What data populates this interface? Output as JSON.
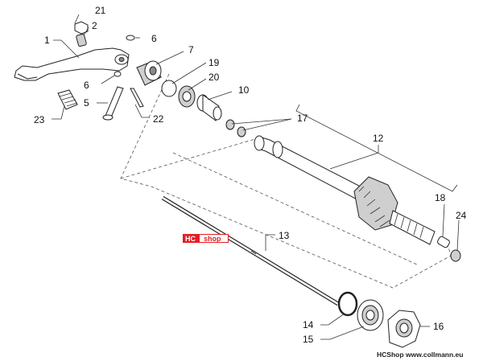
{
  "callouts": {
    "c1": "1",
    "c2": "2",
    "c5": "5",
    "c6a": "6",
    "c6b": "6",
    "c7": "7",
    "c10": "10",
    "c12": "12",
    "c13": "13",
    "c14": "14",
    "c15": "15",
    "c16": "16",
    "c17": "17",
    "c18": "18",
    "c19": "19",
    "c20": "20",
    "c21": "21",
    "c22": "22",
    "c23": "23",
    "c24": "24"
  },
  "badge": {
    "part1": "HC",
    "part2": "shop"
  },
  "footer": {
    "brand": "HCShop",
    "url": "www.collmann.eu"
  },
  "colors": {
    "badge_bg": "#e31e24",
    "badge_fg": "#ffffff",
    "line": "#222222"
  }
}
